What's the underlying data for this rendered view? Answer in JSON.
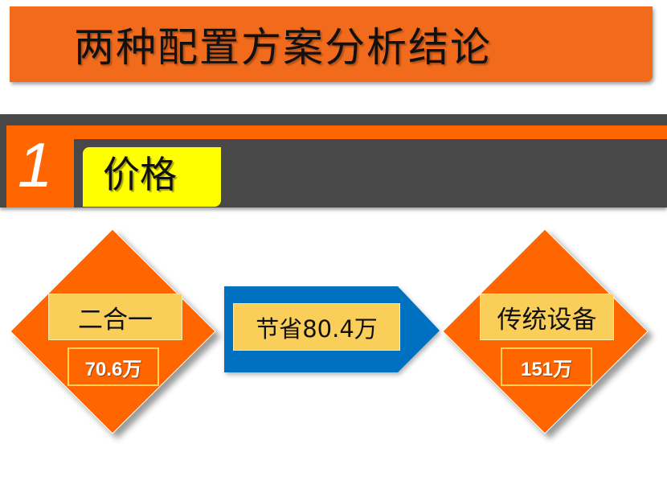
{
  "title": "两种配置方案分析结论",
  "section": {
    "number": "1",
    "label": "价格"
  },
  "left": {
    "label": "二合一",
    "value": "70.6万"
  },
  "middle": {
    "label": "节省80.4万"
  },
  "right": {
    "label": "传统设备",
    "value": "151万"
  },
  "colors": {
    "orange": "#ff6600",
    "title_orange": "#f26b1d",
    "dark": "#484848",
    "yellow": "#ffff00",
    "gold": "#f9cf5a",
    "blue": "#0070c0"
  }
}
